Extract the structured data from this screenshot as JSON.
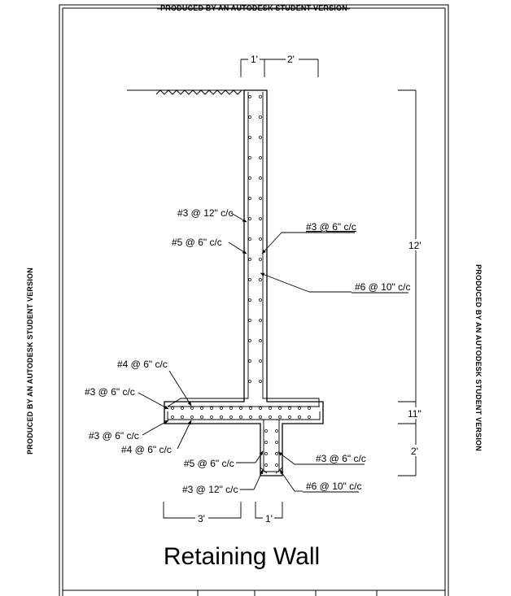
{
  "watermark": "PRODUCED BY AN AUTODESK STUDENT VERSION",
  "title": "Retaining Wall",
  "dimensions": {
    "stem_thickness": "1'",
    "toe_offset": "2'",
    "stem_height": "12'",
    "base_thickness": "11\"",
    "key_depth": "2'",
    "heel_width": "3'",
    "key_width": "1'"
  },
  "rebar_labels": {
    "stem_front_12": "#3 @ 12\" c/c",
    "stem_front_6": "#5 @ 6\" c/c",
    "stem_back_6": "#3 @ 6\" c/c",
    "stem_back_10": "#6 @ 10\" c/c",
    "base_top_4": "#4 @ 6\" c/c",
    "base_top_3": "#3 @ 6\" c/c",
    "base_bot_3": "#3 @ 6\" c/c",
    "base_bot_4": "#4 @ 6\" c/c",
    "key_left_5": "#5 @ 6\" c/c",
    "key_left_3": "#3 @ 12\" c/c",
    "key_right_3": "#3 @ 6\" c/c",
    "key_right_6": "#6 @ 10\" c/c"
  }
}
